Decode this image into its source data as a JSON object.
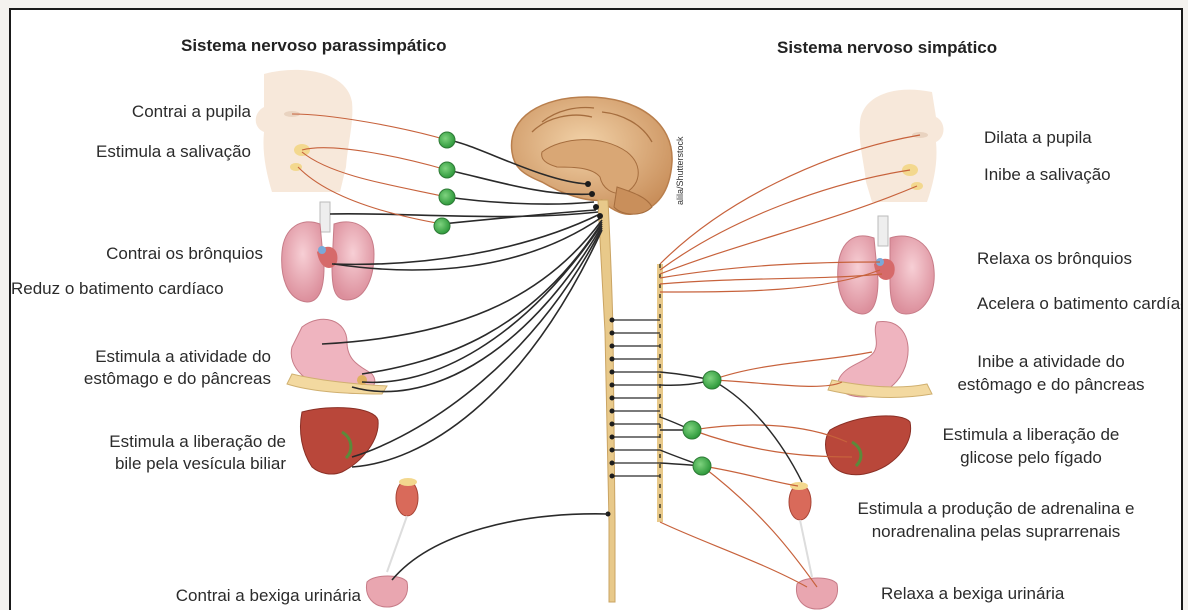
{
  "titles": {
    "left": "Sistema nervoso parassimpático",
    "right": "Sistema nervoso simpático"
  },
  "credit": "alila/Shutterstock",
  "parasympathetic": [
    "Contrai a pupila",
    "Estimula a salivação",
    "Contrai os brônquios",
    "Reduz o batimento cardíaco",
    "Estimula a atividade do",
    "estômago e do pâncreas",
    "Estimula a liberação de",
    "bile pela vesícula biliar",
    "Contrai a bexiga urinária"
  ],
  "sympathetic": [
    "Dilata a pupila",
    "Inibe a salivação",
    "Relaxa os brônquios",
    "Acelera o batimento cardíaco",
    "Inibe a atividade do",
    "estômago e do pâncreas",
    "Estimula a liberação de",
    "glicose pelo fígado",
    "Estimula a produção de adrenalina e",
    "noradrenalina pelas suprarrenais",
    "Relaxa a bexiga urinária"
  ],
  "colors": {
    "nerve_black": "#2a2a2a",
    "nerve_orange": "#c7623c",
    "ganglion_green": "#3fa54a",
    "spine": "#e8c98a",
    "brain": "#e2b98c",
    "organ_pink": "#e9a6b0",
    "liver": "#b9473a"
  }
}
